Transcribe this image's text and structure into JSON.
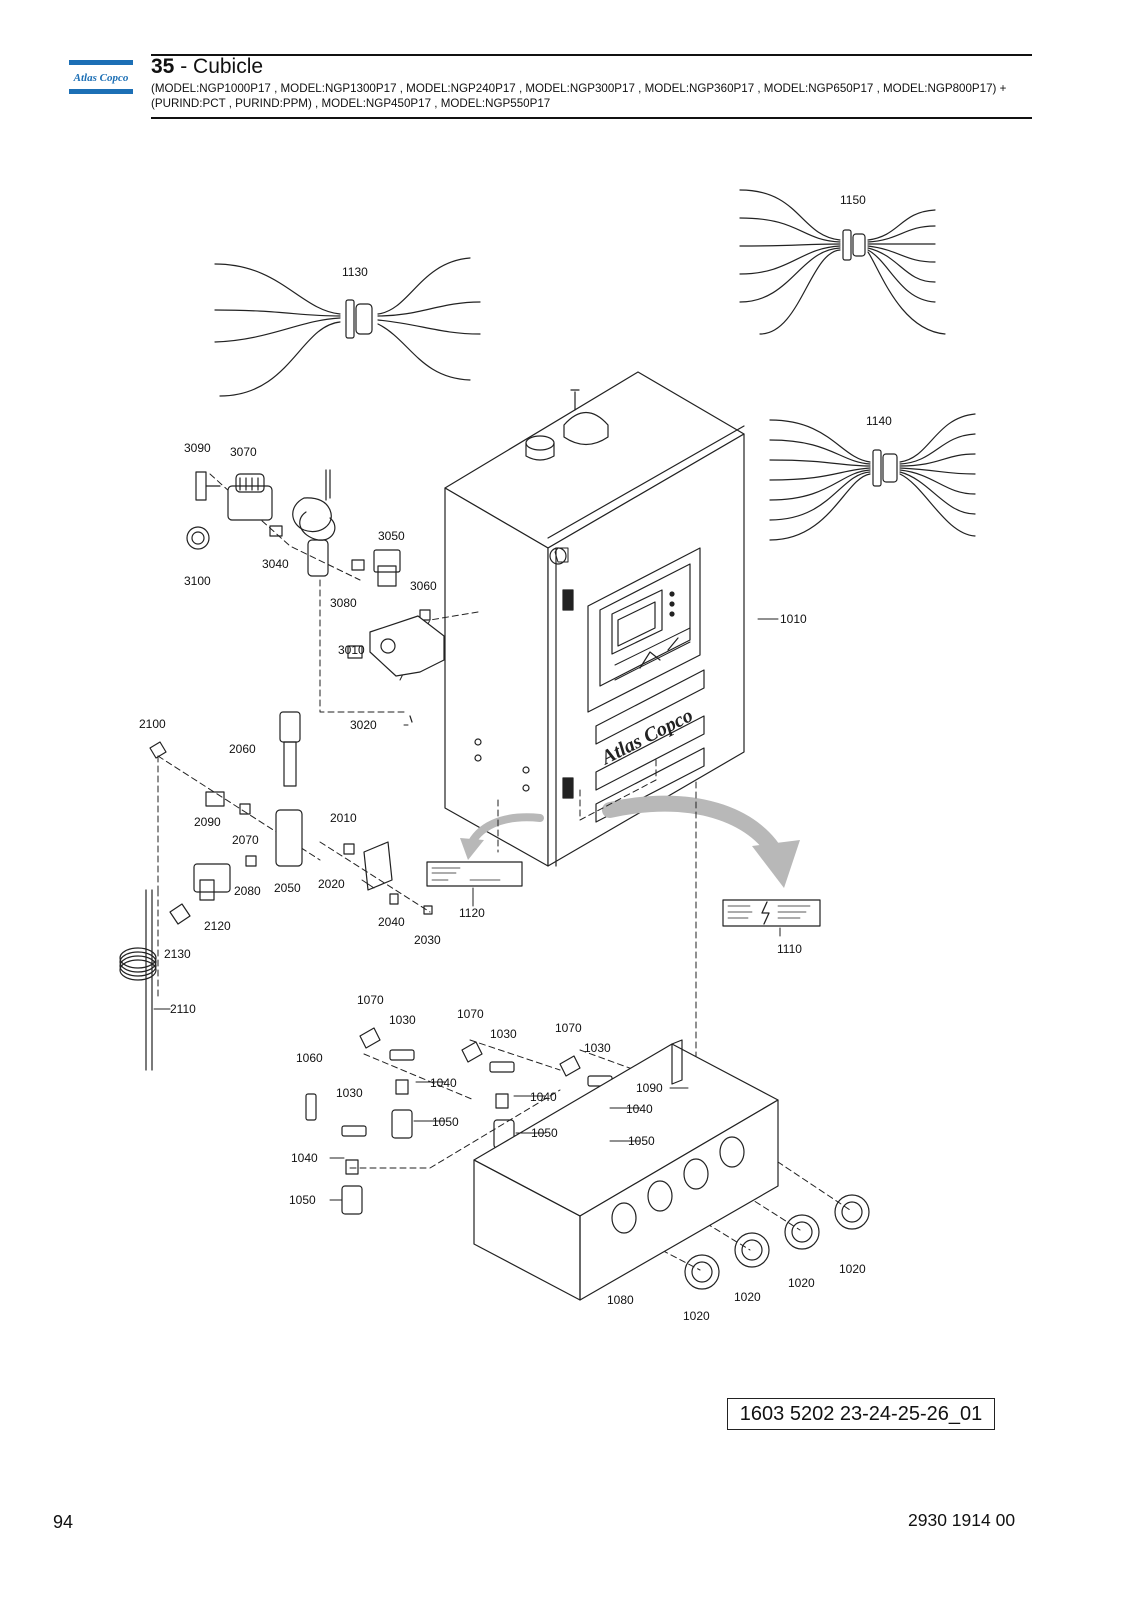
{
  "header": {
    "logo_text": "Atlas Copco",
    "section_number": "35",
    "section_separator": " - ",
    "section_title": "Cubicle",
    "subtitle": "(MODEL:NGP1000P17 , MODEL:NGP1300P17 , MODEL:NGP240P17 , MODEL:NGP300P17 , MODEL:NGP360P17 , MODEL:NGP650P17 , MODEL:NGP800P17) + (PURIND:PCT , PURIND:PPM) , MODEL:NGP450P17 , MODEL:NGP550P17"
  },
  "diagram": {
    "reference_code": "1603 5202 23-24-25-26_01",
    "cabinet_brand_text": "Atlas Copco",
    "callouts": {
      "c1150": "1150",
      "c1130": "1130",
      "c1140": "1140",
      "c1010": "1010",
      "c3090": "3090",
      "c3070": "3070",
      "c3050": "3050",
      "c3040": "3040",
      "c3100": "3100",
      "c3080": "3080",
      "c3060": "3060",
      "c3010": "3010",
      "c3020": "3020",
      "c2100": "2100",
      "c2060": "2060",
      "c2090": "2090",
      "c2070": "2070",
      "c2010": "2010",
      "c2050": "2050",
      "c2080": "2080",
      "c2020": "2020",
      "c2120": "2120",
      "c2040": "2040",
      "c2030": "2030",
      "c2130": "2130",
      "c2110": "2110",
      "c1120": "1120",
      "c1110": "1110",
      "c1070a": "1070",
      "c1030a": "1030",
      "c1070b": "1070",
      "c1030b": "1030",
      "c1070c": "1070",
      "c1030c": "1030",
      "c1060": "1060",
      "c1040a": "1040",
      "c1040b": "1040",
      "c1040c": "1040",
      "c1090": "1090",
      "c1030d": "1030",
      "c1050a": "1050",
      "c1050b": "1050",
      "c1050c": "1050",
      "c1040d": "1040",
      "c1050d": "1050",
      "c1080": "1080",
      "c1020a": "1020",
      "c1020b": "1020",
      "c1020c": "1020",
      "c1020d": "1020"
    }
  },
  "footer": {
    "page_number": "94",
    "document_number": "2930 1914 00"
  },
  "colors": {
    "logo_blue": "#1c6fb5",
    "line": "#222222",
    "arrow_grey": "#b8b8b8"
  }
}
